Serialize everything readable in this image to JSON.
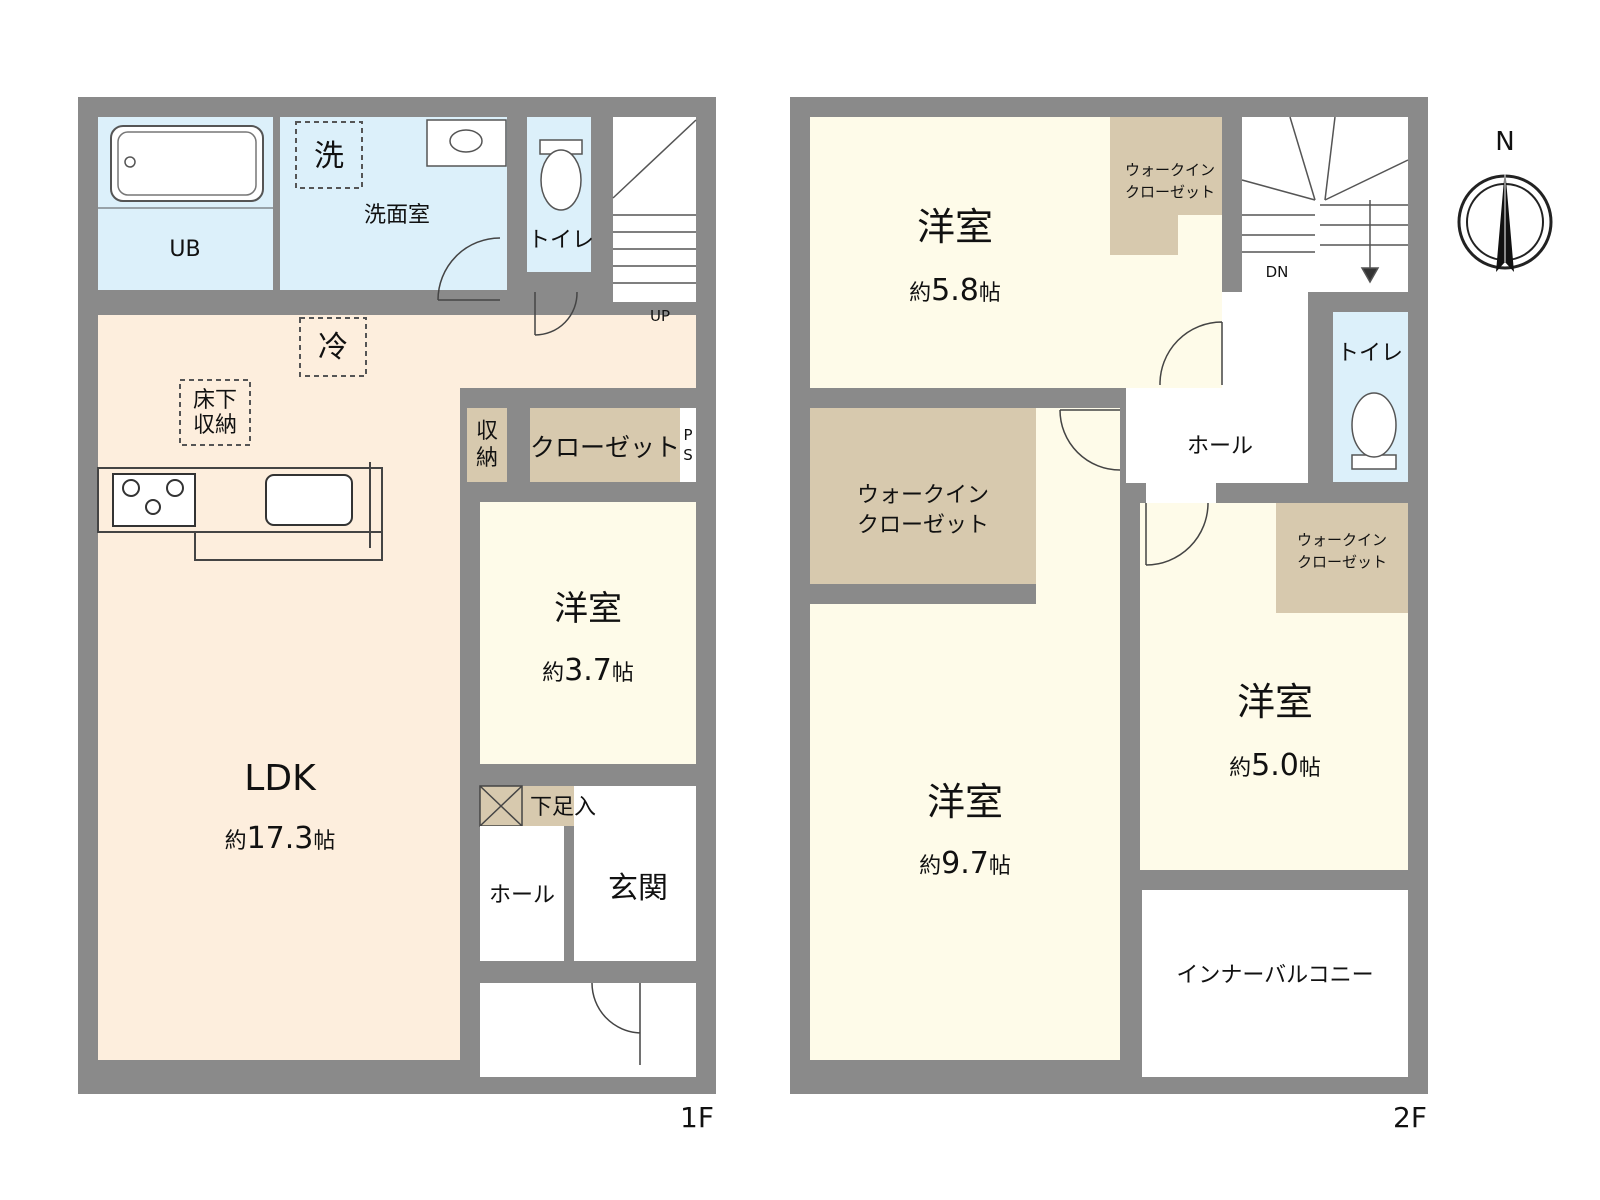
{
  "colors": {
    "wall": "#8a8a8a",
    "bath": "#dcf0fa",
    "ldk": "#fdeedd",
    "bedroom": "#fefbe9",
    "closet": "#d7c9ae",
    "white": "#ffffff",
    "fixture": "#e9e9e9",
    "line": "#3a3a3a"
  },
  "floor1": {
    "label": "1F",
    "bath": "UB",
    "washroom": "洗面室",
    "washer_mark": "洗",
    "toilet": "トイレ",
    "fridge_mark": "冷",
    "under_floor_line1": "床下",
    "under_floor_line2": "収納",
    "storage_line1": "収",
    "storage_line2": "納",
    "closet": "クローゼット",
    "ps_line1": "P",
    "ps_line2": "S",
    "up": "UP",
    "ldk_name": "LDK",
    "ldk_area_prefix": "約",
    "ldk_area_value": "17.3",
    "ldk_area_unit": "帖",
    "room_name": "洋室",
    "room_area_prefix": "約",
    "room_area_value": "3.7",
    "room_area_unit": "帖",
    "shoe_storage": "下足入",
    "hall": "ホール",
    "entrance": "玄関"
  },
  "floor2": {
    "label": "2F",
    "room_a_name": "洋室",
    "room_a_prefix": "約",
    "room_a_value": "5.8",
    "room_a_unit": "帖",
    "wic_small_line1": "ウォークイン",
    "wic_small_line2": "クローゼット",
    "dn": "DN",
    "toilet": "トイレ",
    "hall": "ホール",
    "wic_large_line1": "ウォークイン",
    "wic_large_line2": "クローゼット",
    "wic_right_line1": "ウォークイン",
    "wic_right_line2": "クローゼット",
    "room_b_name": "洋室",
    "room_b_prefix": "約",
    "room_b_value": "9.7",
    "room_b_unit": "帖",
    "room_c_name": "洋室",
    "room_c_prefix": "約",
    "room_c_value": "5.0",
    "room_c_unit": "帖",
    "balcony": "インナーバルコニー"
  },
  "compass": {
    "north": "N"
  }
}
